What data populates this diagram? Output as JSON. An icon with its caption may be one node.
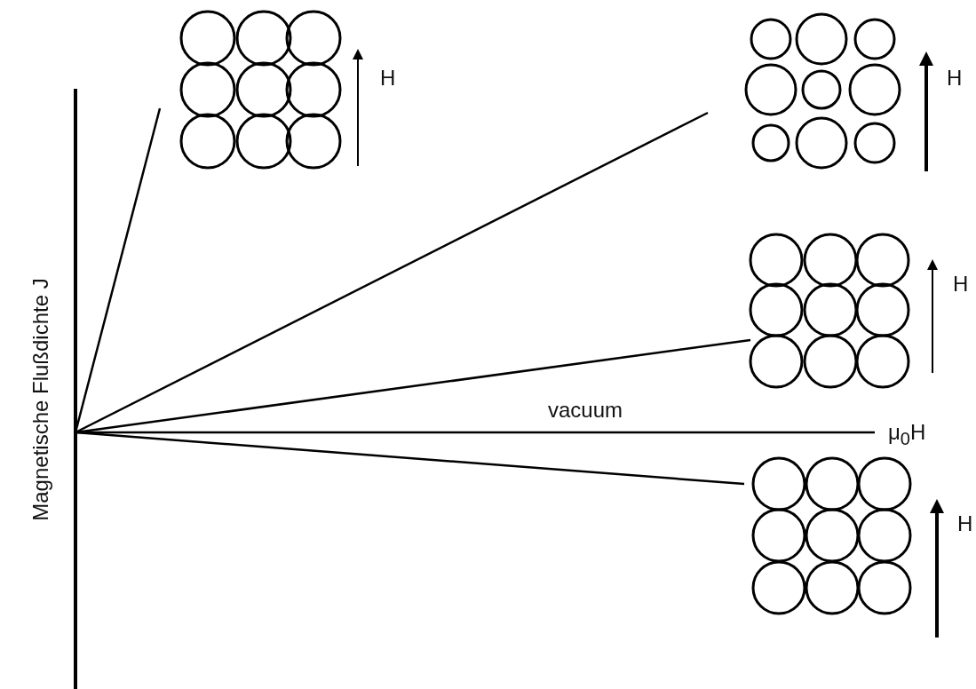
{
  "diagram": {
    "labels": [
      "Magnetische Flußdichte J",
      "vacuum",
      "μ$_{0}$H",
      "H",
      "H",
      "H",
      "H"
    ]
  }
}
